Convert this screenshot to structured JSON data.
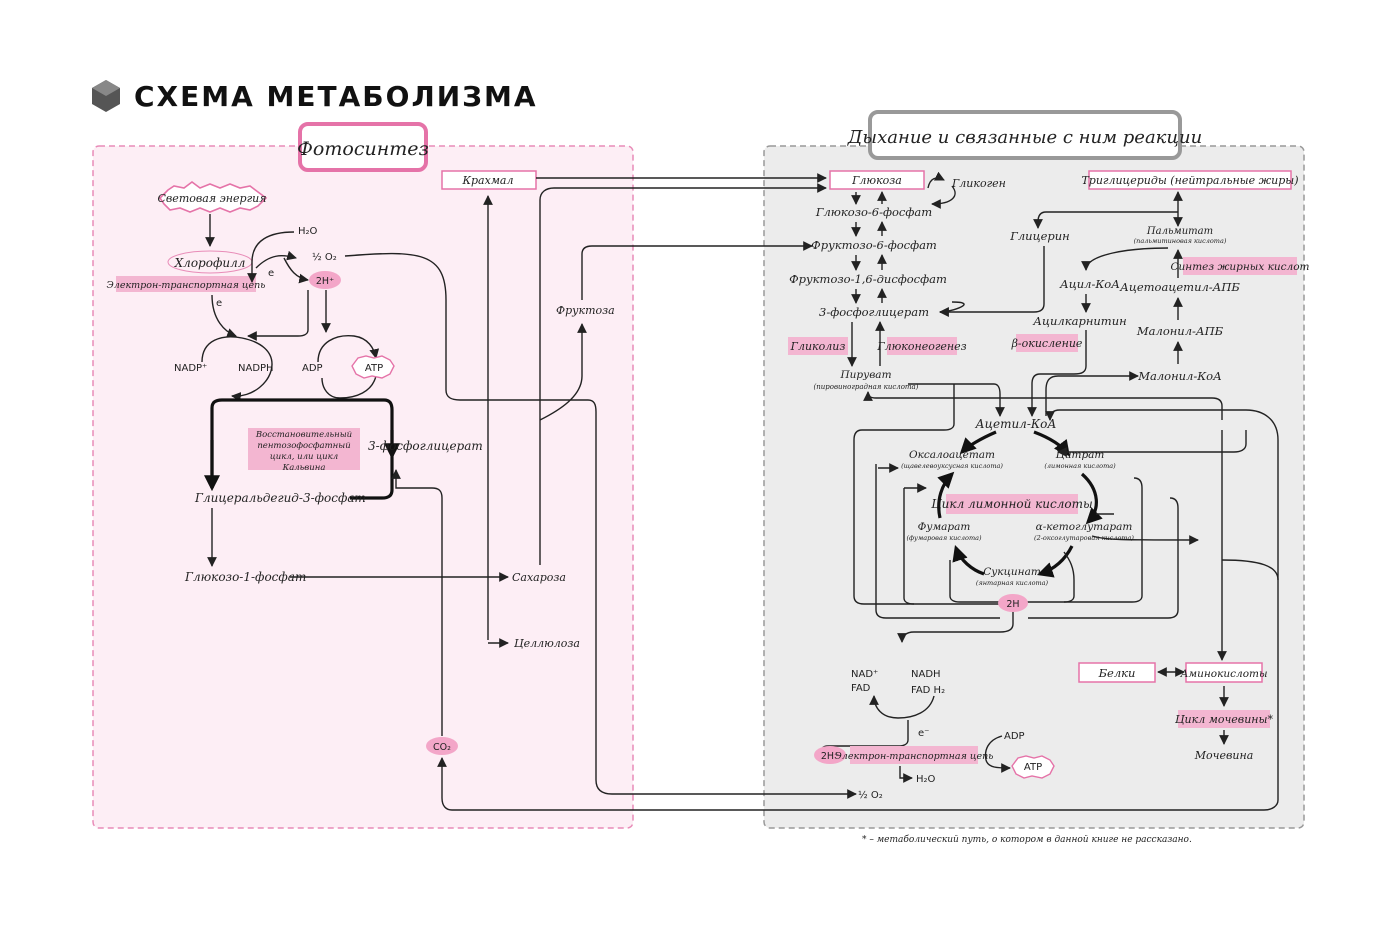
{
  "title": "СХЕМА МЕТАБОЛИЗМА",
  "panels": {
    "photosynthesis": "Фотосинтез",
    "respiration": "Дыхание и связанные с ним реакции"
  },
  "photo": {
    "light": "Световая энергия",
    "chlorophyll": "Хлорофилл",
    "etc": "Электрон-транспортная цепь",
    "e1": "e",
    "e2": "e",
    "h2o": "H₂O",
    "half_o2": "½ O₂",
    "twoh": "2H⁺",
    "nadp": "NADP⁺",
    "nadph": "NADPH",
    "adp": "ADP",
    "atp": "ATP",
    "calvin": "Восстановительный пентозофосфатный цикл, или цикл Кальвина",
    "pga": "3-фосфоглицерат",
    "g3p": "Глицеральдегид-3-фосфат",
    "g1p": "Глюкозо-1-фосфат",
    "starch": "Крахмал",
    "fructose": "Фруктоза",
    "sucrose": "Сахароза",
    "cellulose": "Целлюлоза",
    "co2": "CO₂"
  },
  "resp": {
    "glucose": "Глюкоза",
    "glycogen": "Гликоген",
    "g6p": "Глюкозо-6-фосфат",
    "f6p": "Фруктозо-6-фосфат",
    "f16p": "Фруктозо-1,6-дисфосфат",
    "pga": "3-фосфоглицерат",
    "glycolysis": "Гликолиз",
    "gluconeogenesis": "Глюконеогенез",
    "pyruvate": "Пируват",
    "pyruvate_sub": "(пировиноградная кислота)",
    "tg": "Триглицериды (нейтральные жиры)",
    "glycerol": "Глицерин",
    "palmitate": "Пальмитат",
    "palmitate_sub": "(пальмитиновая кислота)",
    "fas": "Синтез жирных кислот",
    "acylcoa": "Ацил-КоА",
    "acetoacetyl": "Ацетоацетил-АПБ",
    "acylcarnitine": "Ацилкарнитин",
    "malonylacp": "Малонил-АПБ",
    "betaox": "β-окисление",
    "malonylcoa": "Малонил-КоА",
    "acetylcoa": "Ацетил-КоА",
    "oxaloacetate": "Оксалоацетат",
    "oxaloacetate_sub": "(щавелевоуксусная кислота)",
    "citrate": "Цитрат",
    "citrate_sub": "(лимонная кислота)",
    "tca": "Цикл лимонной кислоты",
    "fumarate": "Фумарат",
    "fumarate_sub": "(фумаровая кислота)",
    "akg": "α-кетоглутарат",
    "akg_sub": "(2-оксоглутаровая кислота)",
    "succinate": "Сукцинат",
    "succinate_sub": "(янтарная кислота)",
    "twoh": "2H",
    "nad": "NAD⁺",
    "fad": "FAD",
    "nadh": "NADH",
    "fadh2": "FAD H₂",
    "e": "e⁻",
    "twohp": "2H⁺",
    "etc": "Электрон-транспортная цепь",
    "adp": "ADP",
    "atp": "ATP",
    "h2o": "H₂O",
    "half_o2": "½ O₂",
    "proteins": "Белки",
    "amino": "Аминокислоты",
    "urea_cycle": "Цикл мочевины*",
    "urea": "Мочевина"
  },
  "footnote": "* – метаболический путь, о котором в данной книге не рассказано.",
  "colors": {
    "pink": "#f3a6c8",
    "pinkbg": "#fdeef5",
    "greybg": "#ececec",
    "box": "#e28ab4"
  }
}
